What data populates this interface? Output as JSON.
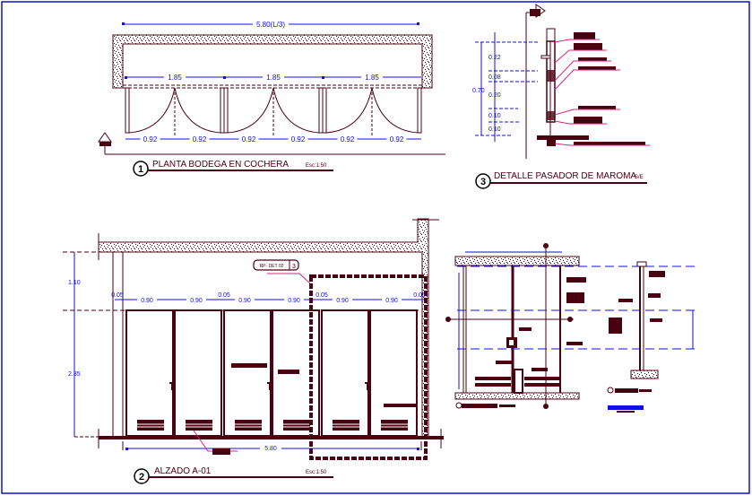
{
  "colors": {
    "border": "#1010d0",
    "linework": "#4a0010",
    "dimension": "#1010e0",
    "leader": "#e0207a",
    "background": "#ffffff"
  },
  "drawing1": {
    "number": "1",
    "title": "PLANTA BODEGA EN COCHERA",
    "scale": "Esc:1:50",
    "overall_dim": "5.80(L/3)",
    "bay_dims": [
      "1.85",
      "1.85",
      "1.85"
    ],
    "leaf_dims": [
      "0.92",
      "0.92",
      "0.92",
      "0.92",
      "0.92",
      "0.92"
    ]
  },
  "drawing2": {
    "number": "2",
    "title": "ALZADO A-01",
    "scale": "Esc:1:50",
    "overall_dim": "5.80",
    "height_dims": [
      "1.10",
      "2.35"
    ],
    "module_dims": [
      "0.05",
      "0.90",
      "0.90",
      "0.05",
      "0.90",
      "0.90",
      "0.05",
      "0.90",
      "0.90",
      "0.05"
    ],
    "callout_ref": "RP- DET 02",
    "callout_num": "3"
  },
  "drawing3": {
    "number": "3",
    "title": "DETALLE PASADOR DE MAROMA",
    "scale": "S/E",
    "total_dim": "0.70",
    "segment_dims": [
      "0.22",
      "0.08",
      "0.20",
      "0.10",
      "0.10"
    ]
  }
}
